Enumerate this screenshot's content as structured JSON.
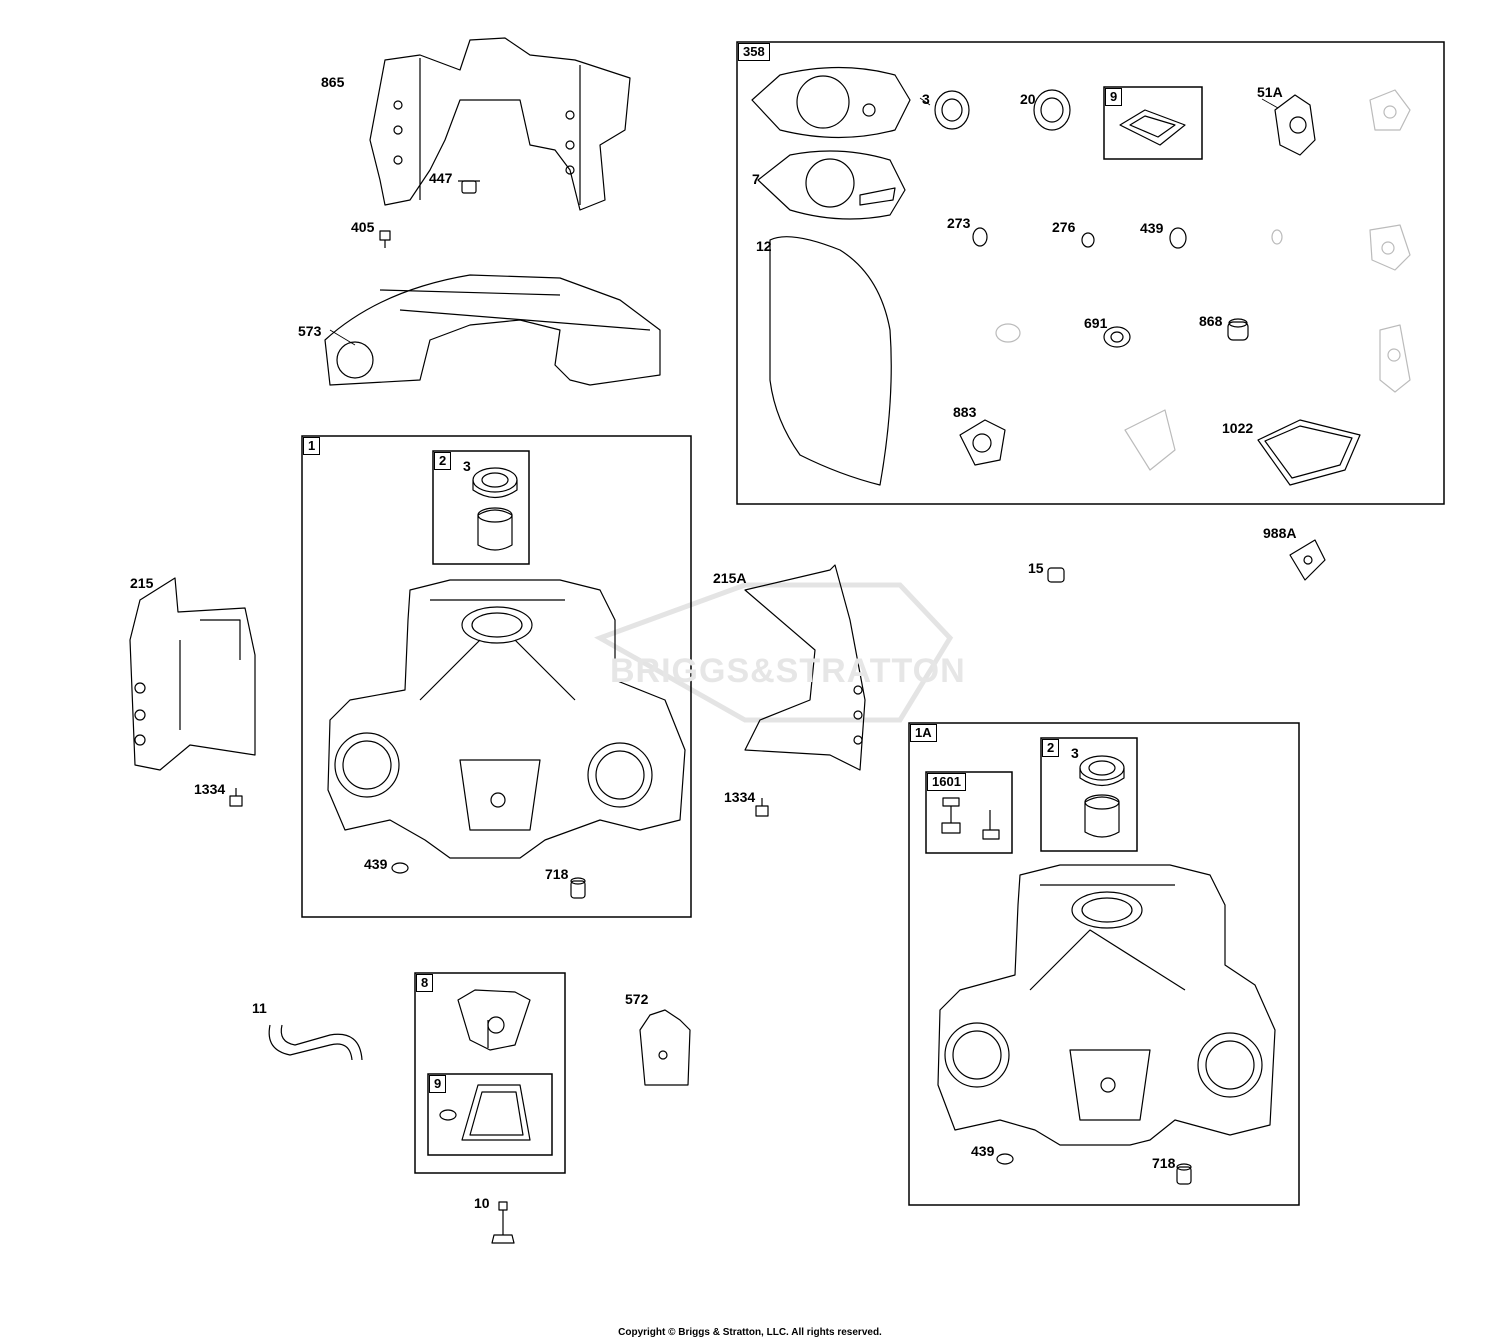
{
  "watermark": "BRIGGS&STRATTON",
  "copyright": "Copyright © Briggs & Stratton, LLC. All rights reserved.",
  "box_tags": {
    "b358": "358",
    "b9a": "9",
    "b1": "1",
    "b2a": "2",
    "b1A": "1A",
    "b1601": "1601",
    "b2b": "2",
    "b8": "8",
    "b9b": "9"
  },
  "labels": {
    "l865": "865",
    "l447": "447",
    "l405": "405",
    "l573": "573",
    "l3a": "3",
    "l20": "20",
    "l51A": "51A",
    "l7": "7",
    "l12": "12",
    "l273": "273",
    "l276": "276",
    "l439a": "439",
    "l691": "691",
    "l868": "868",
    "l883": "883",
    "l1022": "1022",
    "l3b": "3",
    "l215": "215",
    "l215A": "215A",
    "l15": "15",
    "l988A": "988A",
    "l1334a": "1334",
    "l1334b": "1334",
    "l439b": "439",
    "l718a": "718",
    "l3c": "3",
    "l11": "11",
    "l572": "572",
    "l439c": "439",
    "l718b": "718",
    "l10": "10"
  }
}
